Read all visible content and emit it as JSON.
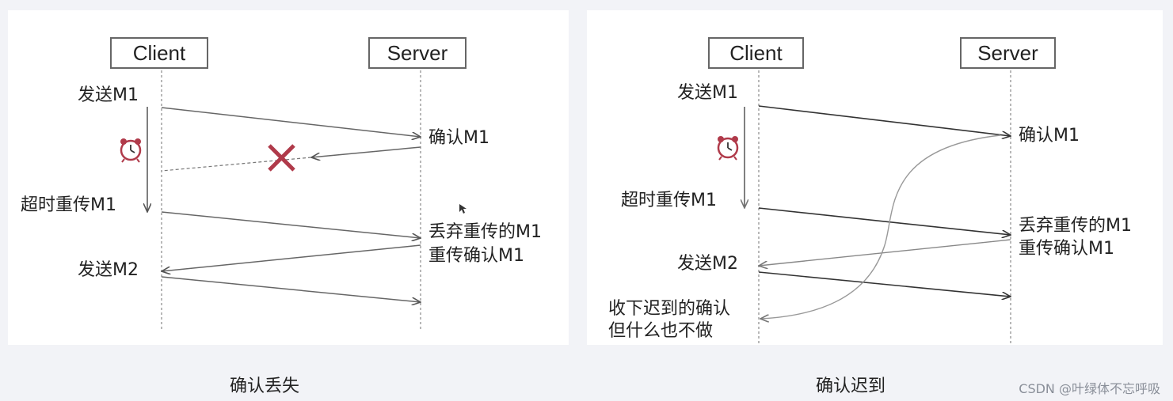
{
  "left_panel": {
    "client_label": "Client",
    "server_label": "Server",
    "send_m1": "发送M1",
    "confirm_m1": "确认M1",
    "timeout_resend": "超时重传M1",
    "discard_line1": "丢弃重传的M1",
    "discard_line2": "重传确认M1",
    "send_m2": "发送M2",
    "caption": "确认丢失"
  },
  "right_panel": {
    "client_label": "Client",
    "server_label": "Server",
    "send_m1": "发送M1",
    "confirm_m1": "确认M1",
    "timeout_resend": "超时重传M1",
    "discard_line1": "丢弃重传的M1",
    "discard_line2": "重传确认M1",
    "send_m2": "发送M2",
    "late_line1": "收下迟到的确认",
    "late_line2": "但什么也不做",
    "caption": "确认迟到"
  },
  "icons": {
    "timer": "alarm-clock-icon",
    "lost": "red-x-icon"
  },
  "colors": {
    "lost_mark": "#b03a4a",
    "arrow": "#555555"
  },
  "watermark": "CSDN @叶绿体不忘呼吸"
}
